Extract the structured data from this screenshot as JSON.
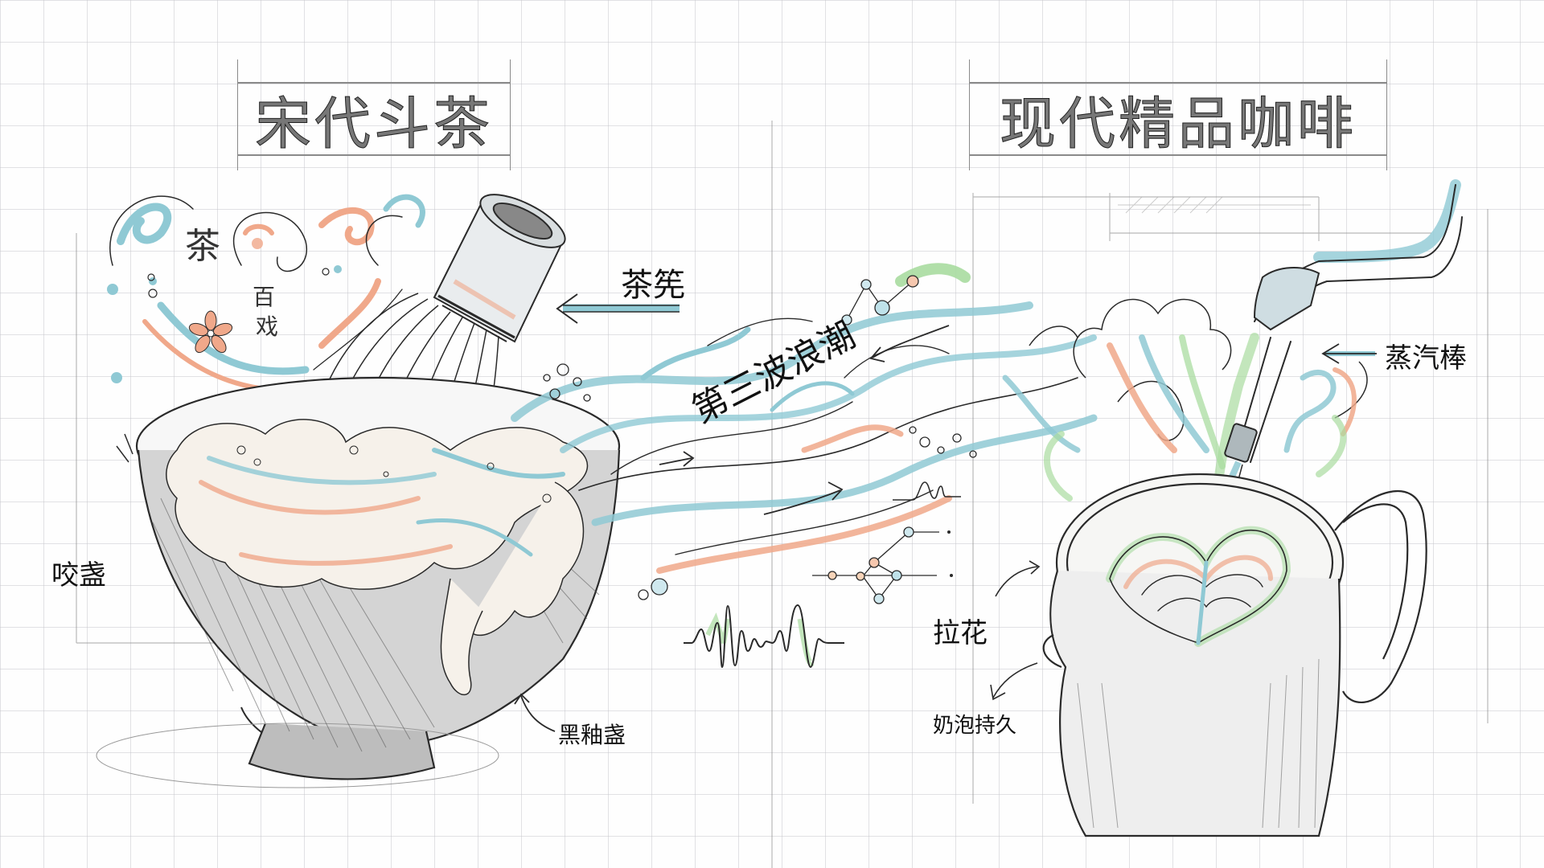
{
  "titles": {
    "left": "宋代斗茶",
    "right": "现代精品咖啡"
  },
  "center": {
    "wave_label": "第三波浪潮"
  },
  "left_panel": {
    "labels": {
      "whisk": "茶筅",
      "bowl_edge": "咬盏",
      "bowl": "黑釉盏"
    },
    "calligraphy": {
      "tea": "茶",
      "hundred": "百",
      "play": "戏"
    }
  },
  "right_panel": {
    "labels": {
      "steam_wand": "蒸汽棒",
      "latte_art": "拉花",
      "foam": "奶泡持久"
    }
  },
  "colors": {
    "pencil": "#2a2a2a",
    "teal": "#8fc9d4",
    "coral": "#f0a88a",
    "mint": "#a9dca0",
    "grid": "#d4d4d8",
    "background": "#fefefe"
  }
}
